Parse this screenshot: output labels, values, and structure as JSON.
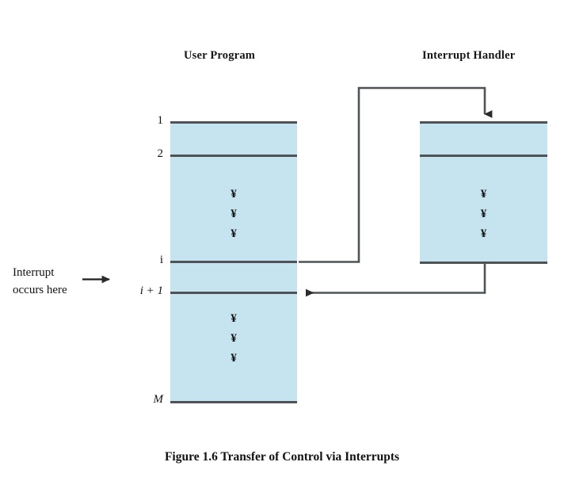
{
  "figure": {
    "caption": "Figure 1.6   Transfer of Control via  Interrupts",
    "background_color": "#ffffff",
    "block_fill_color": "#c5e4ef",
    "line_color": "#4d5356",
    "arrow_color": "#4d5356"
  },
  "columns": [
    {
      "id": "user-program",
      "title": "User Program",
      "row_labels": [
        "1",
        "2",
        "i",
        "i + 1",
        "M"
      ],
      "ellipsis_upper": [
        "¥",
        "¥",
        "¥"
      ],
      "ellipsis_lower": [
        "¥",
        "¥",
        "¥"
      ]
    },
    {
      "id": "interrupt-handler",
      "title": "Interrupt Handler",
      "row_labels": [],
      "ellipsis": [
        "¥",
        "¥",
        "¥"
      ]
    }
  ],
  "annotations": {
    "interrupt_note_line1": "Interrupt",
    "interrupt_note_line2": "occurs here"
  },
  "arrows": [
    {
      "id": "interrupt-transfer-arrow",
      "from": "user-program-line-i",
      "to": "interrupt-handler-top",
      "direction": "down"
    },
    {
      "id": "interrupt-return-arrow",
      "from": "interrupt-handler-bottom",
      "to": "user-program-line-i-plus-1",
      "direction": "left"
    },
    {
      "id": "interrupt-occurs-pointer",
      "from": "interrupt-note",
      "to": "user-program-line-i-plus-1",
      "direction": "right"
    }
  ]
}
